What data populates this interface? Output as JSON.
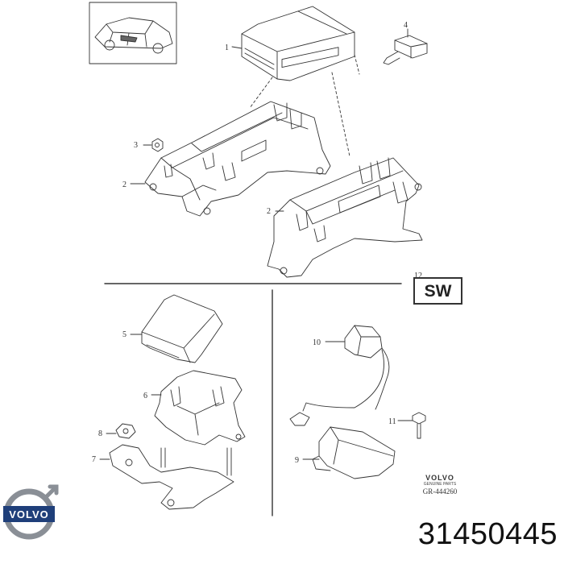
{
  "callouts": {
    "c1": "1",
    "c2a": "2",
    "c2b": "2",
    "c3": "3",
    "c4": "4",
    "c5": "5",
    "c6": "6",
    "c7": "7",
    "c8": "8",
    "c9": "9",
    "c10": "10",
    "c11": "11",
    "c12": "12"
  },
  "sw_label": "SW",
  "brand": "VOLVO",
  "brand_sub": "GENUINE PARTS",
  "ref_code": "GR-444260",
  "logo_text": "VOLVO",
  "part_number": "31450445",
  "colors": {
    "line": "#333333",
    "logo_blue": "#1f3f7a",
    "logo_steel": "#8a8f96"
  }
}
